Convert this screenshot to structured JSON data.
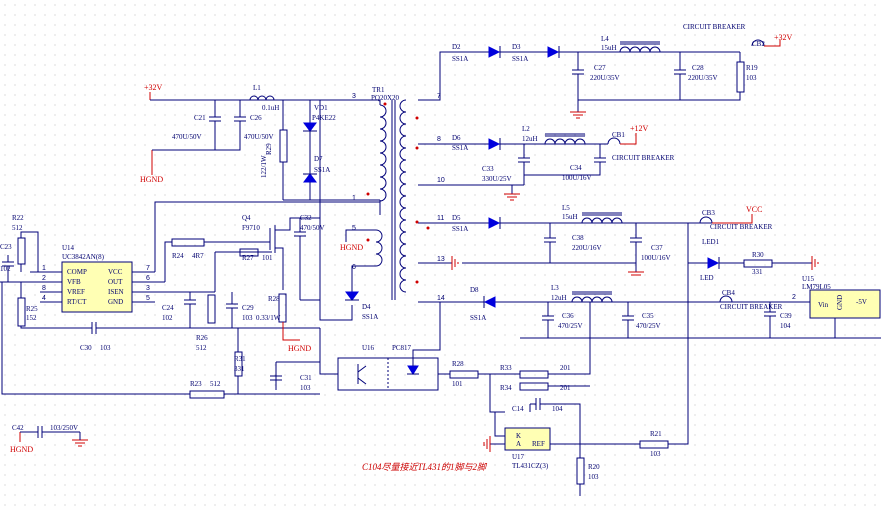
{
  "power_labels": {
    "v32_in": "+32V",
    "hgnd": "HGND",
    "v32_out": "+32V",
    "v12_out": "+12V",
    "vcc": "VCC"
  },
  "note": "C104尽量接近TL431的1脚与2脚",
  "transformer": {
    "ref": "TR1",
    "value": "PQ20X20",
    "pins": [
      "3",
      "1",
      "5",
      "6",
      "7",
      "8",
      "10",
      "11",
      "13",
      "14"
    ]
  },
  "breaker_labels": [
    "CIRCUIT BREAKER",
    "CIRCUIT BREAKER",
    "CIRCUIT BREAKER",
    "CIRCUIT BREAKER"
  ],
  "ics": {
    "u14": {
      "ref": "U14",
      "part": "UC3842AN(8)",
      "pin_names_left": [
        "COMP",
        "VFB",
        "VREF",
        "RT/CT"
      ],
      "pin_names_right": [
        "VCC",
        "OUT",
        "ISEN",
        "GND"
      ],
      "pin_nums_left": [
        "1",
        "2",
        "8",
        "4"
      ],
      "pin_nums_right": [
        "7",
        "6",
        "3",
        "5"
      ]
    },
    "u16": {
      "ref": "U16",
      "part": "PC817"
    },
    "u17": {
      "ref": "U17",
      "part": "TL431CZ(3)",
      "k": "K",
      "a": "A",
      "ref_pin": "REF"
    },
    "u15": {
      "ref": "U15",
      "part": "LM79L05",
      "vin": "Vin",
      "gnd": "GND",
      "out": "-5V",
      "pin": "2"
    }
  },
  "components": {
    "d2": {
      "ref": "D2",
      "value": "SS1A"
    },
    "d3": {
      "ref": "D3",
      "value": "SS1A"
    },
    "l4": {
      "ref": "L4",
      "value": "15uH"
    },
    "cb2": {
      "ref": "CB2"
    },
    "c27": {
      "ref": "C27",
      "value": "220U/35V"
    },
    "c28": {
      "ref": "C28",
      "value": "220U/35V"
    },
    "r19": {
      "ref": "R19",
      "value": "103"
    },
    "c21": {
      "ref": "C21",
      "value": "470U/50V"
    },
    "c26": {
      "ref": "C26",
      "value": "470U/50V"
    },
    "l1": {
      "ref": "L1",
      "value": "0.1uH"
    },
    "r29": {
      "ref": "R29",
      "value": "122/1W"
    },
    "vd1": {
      "ref": "VD1",
      "value": "P4KE22"
    },
    "d7": {
      "ref": "D7",
      "value": "SS1A"
    },
    "d6": {
      "ref": "D6",
      "value": "SS1A"
    },
    "l2": {
      "ref": "L2",
      "value": "12uH"
    },
    "cb1": {
      "ref": "CB1"
    },
    "c33": {
      "ref": "C33",
      "value": "330U/25V"
    },
    "c34": {
      "ref": "C34",
      "value": "100U/16V"
    },
    "r22": {
      "ref": "R22",
      "value": "512"
    },
    "c23": {
      "ref": "C23",
      "value": "102"
    },
    "r25": {
      "ref": "R25",
      "value": "152"
    },
    "c30": {
      "ref": "C30",
      "value": "103"
    },
    "q4": {
      "ref": "Q4",
      "value": "F9710"
    },
    "c32": {
      "ref": "C32",
      "value": "470/50V"
    },
    "r24": {
      "ref": "R24",
      "value": "4R7"
    },
    "r27": {
      "ref": "R27",
      "value": "101"
    },
    "c24": {
      "ref": "C24",
      "value": "102"
    },
    "r26": {
      "ref": "R26",
      "value": "512"
    },
    "c29": {
      "ref": "C29",
      "value": "103"
    },
    "r28x": {
      "ref": "R28",
      "value": "0.33/1W"
    },
    "r31": {
      "ref": "R31",
      "value": "331"
    },
    "r23": {
      "ref": "R23",
      "value": "512"
    },
    "c31": {
      "ref": "C31",
      "value": "103"
    },
    "d4": {
      "ref": "D4",
      "value": "SS1A"
    },
    "d5": {
      "ref": "D5",
      "value": "SS1A"
    },
    "l5": {
      "ref": "L5",
      "value": "15uH"
    },
    "cb3": {
      "ref": "CB3"
    },
    "c38": {
      "ref": "C38",
      "value": "220U/16V"
    },
    "c37": {
      "ref": "C37",
      "value": "100U/16V"
    },
    "led1": {
      "ref": "LED1",
      "value": "LED"
    },
    "r30": {
      "ref": "R30",
      "value": "331"
    },
    "d8": {
      "ref": "D8",
      "value": "SS1A"
    },
    "l3": {
      "ref": "L3",
      "value": "12uH"
    },
    "cb4": {
      "ref": "CB4"
    },
    "c36": {
      "ref": "C36",
      "value": "470/25V"
    },
    "c35": {
      "ref": "C35",
      "value": "470/25V"
    },
    "c39": {
      "ref": "C39",
      "value": "104"
    },
    "r28": {
      "ref": "R28",
      "value": "101"
    },
    "r33": {
      "ref": "R33",
      "value": "201"
    },
    "r34": {
      "ref": "R34",
      "value": "201"
    },
    "c14": {
      "ref": "C14",
      "value": "104"
    },
    "r21": {
      "ref": "R21",
      "value": "103"
    },
    "r20": {
      "ref": "R20",
      "value": "103"
    },
    "c42": {
      "ref": "C42",
      "value": "103/250V"
    }
  }
}
